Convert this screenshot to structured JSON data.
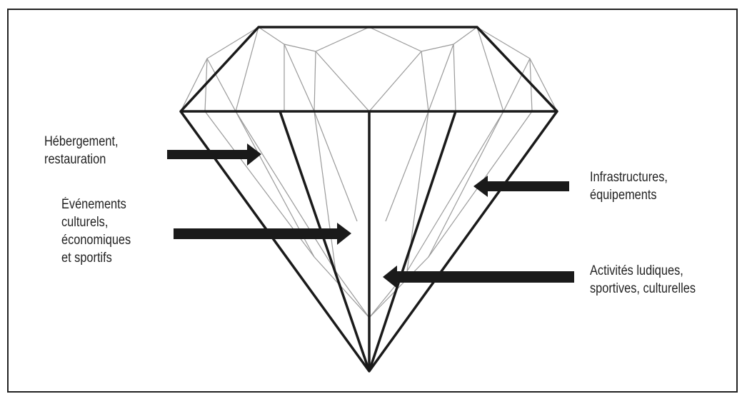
{
  "labels": {
    "hebergement": "Hébergement,\nrestauration",
    "evenements": "Événements\nculturels,\néconomiques\net sportifs",
    "infrastructures": "Infrastructures,\néquipements",
    "activites": "Activités ludiques,\nsportives, culturelles"
  },
  "colors": {
    "outline": "#1a1a1a",
    "facet": "#9a9a9a",
    "arrow": "#1a1a1a"
  }
}
